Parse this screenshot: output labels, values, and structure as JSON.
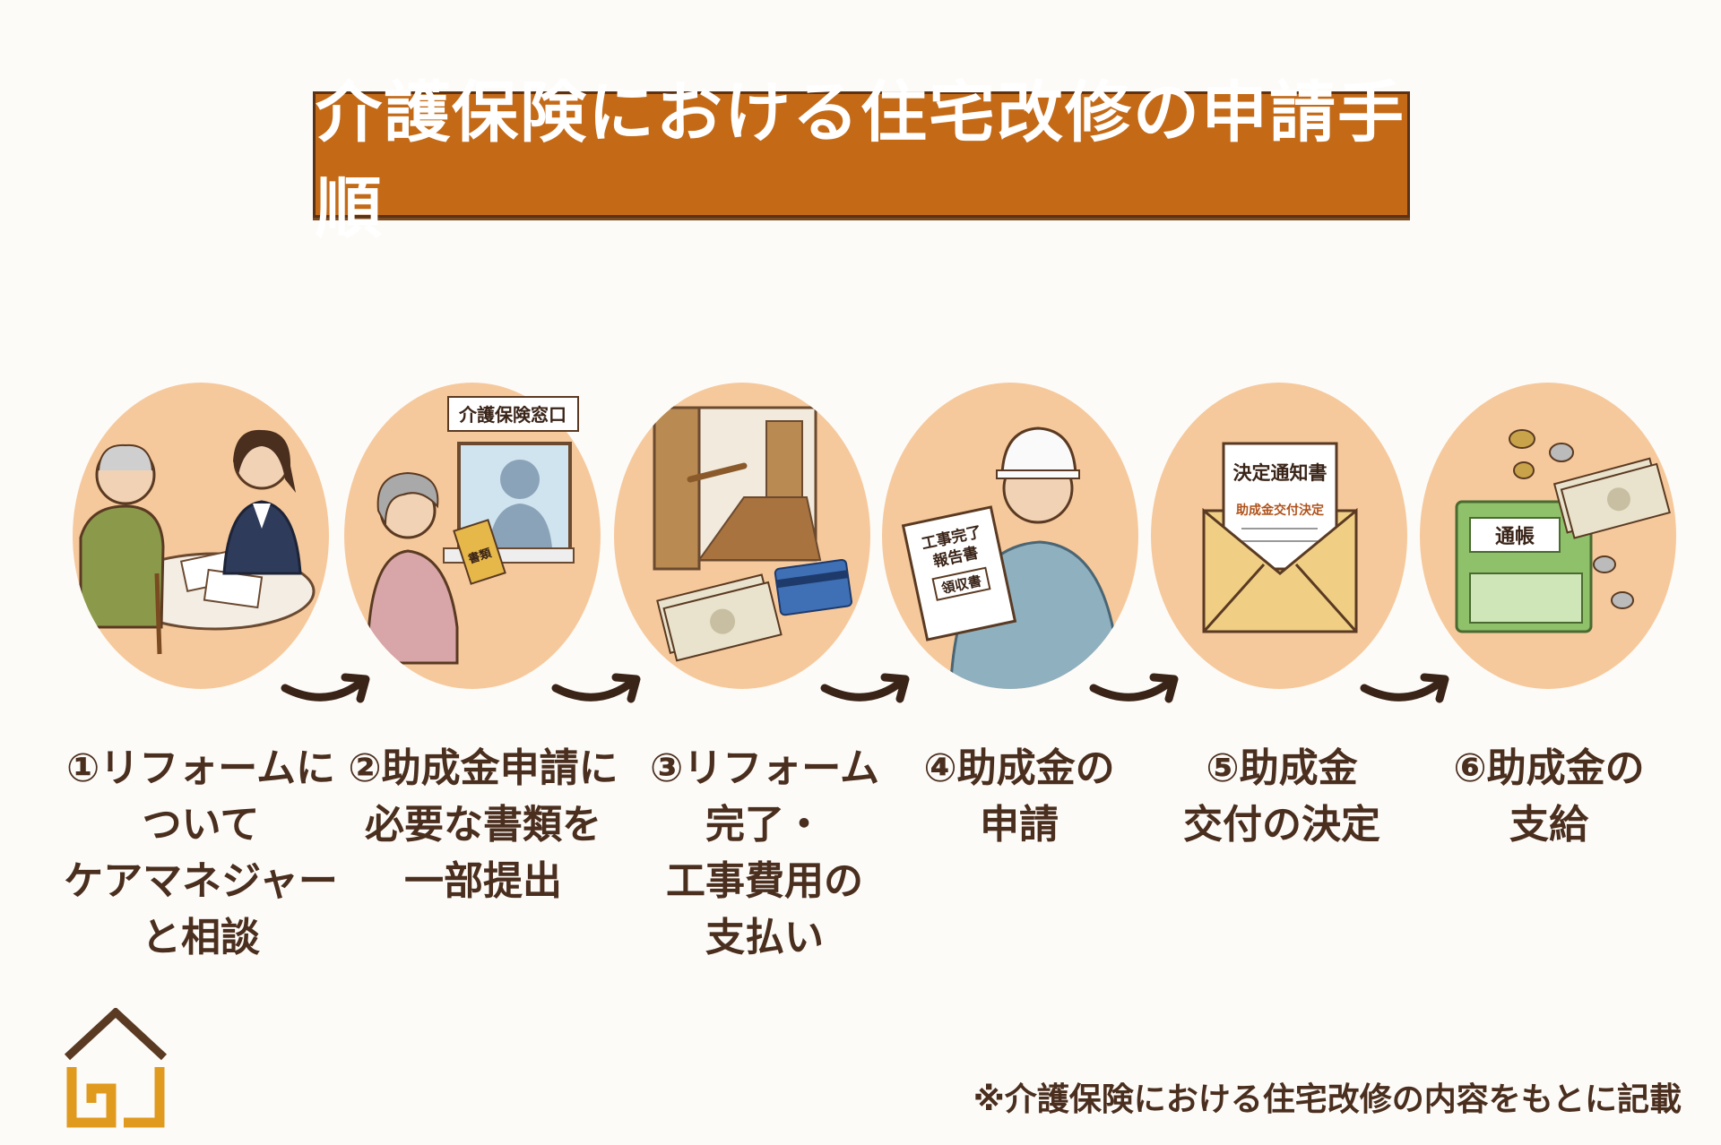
{
  "title": "介護保険における住宅改修の申請手順",
  "colors": {
    "title_bg": "#c46a17",
    "circle": "#f6c99c",
    "text": "#4a2e1e",
    "logo_roof": "#5a3a22",
    "logo_body": "#e09a1e"
  },
  "steps": [
    {
      "lines": [
        "①リフォームに",
        "ついて",
        "ケアマネジャー",
        "と相談"
      ],
      "illustration": "consultation-with-care-manager"
    },
    {
      "lines": [
        "②助成金申請に",
        "必要な書類を",
        "一部提出"
      ],
      "illustration": "submitting-documents",
      "sign": "介護保険窓口",
      "document": "書類"
    },
    {
      "lines": [
        "③リフォーム",
        "完了・",
        "工事費用の",
        "支払い"
      ],
      "illustration": "renovation-and-payment"
    },
    {
      "lines": [
        "④助成金の",
        "申請"
      ],
      "illustration": "worker-with-report",
      "doc_lines": [
        "工事完了",
        "報告書",
        "領収書"
      ]
    },
    {
      "lines": [
        "⑤助成金",
        "交付の決定"
      ],
      "illustration": "decision-notice-letter",
      "doc_title": "決定通知書",
      "doc_sub": "助成金交付決定"
    },
    {
      "lines": [
        "⑥助成金の",
        "支給"
      ],
      "illustration": "bankbook-and-money",
      "bankbook": "通帳"
    }
  ],
  "footnote": "※介護保険における住宅改修の内容をもとに記載",
  "logo": "house-logo"
}
